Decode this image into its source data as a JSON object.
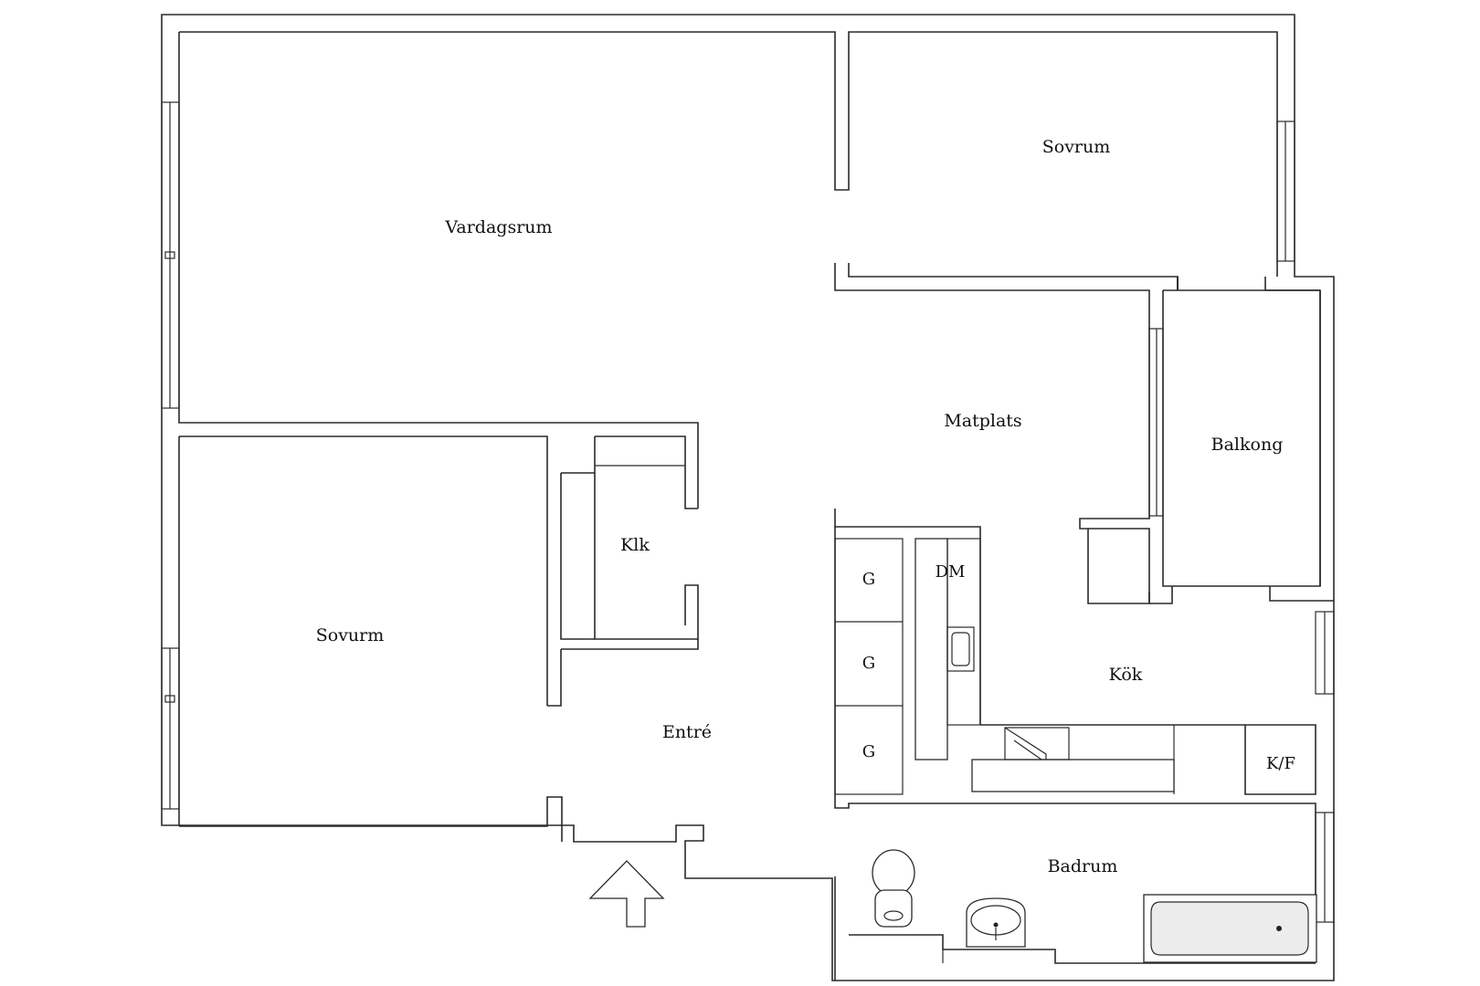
{
  "rooms": {
    "vardagsrum": "Vardagsrum",
    "sovrum_top": "Sovrum",
    "sovurm_left": "Sovurm",
    "klk": "Klk",
    "matplats": "Matplats",
    "balkong": "Balkong",
    "kok": "Kök",
    "entre": "Entré",
    "badrum": "Badrum"
  },
  "fixtures": {
    "g1": "G",
    "g2": "G",
    "g3": "G",
    "dm": "DM",
    "kf": "K/F"
  }
}
